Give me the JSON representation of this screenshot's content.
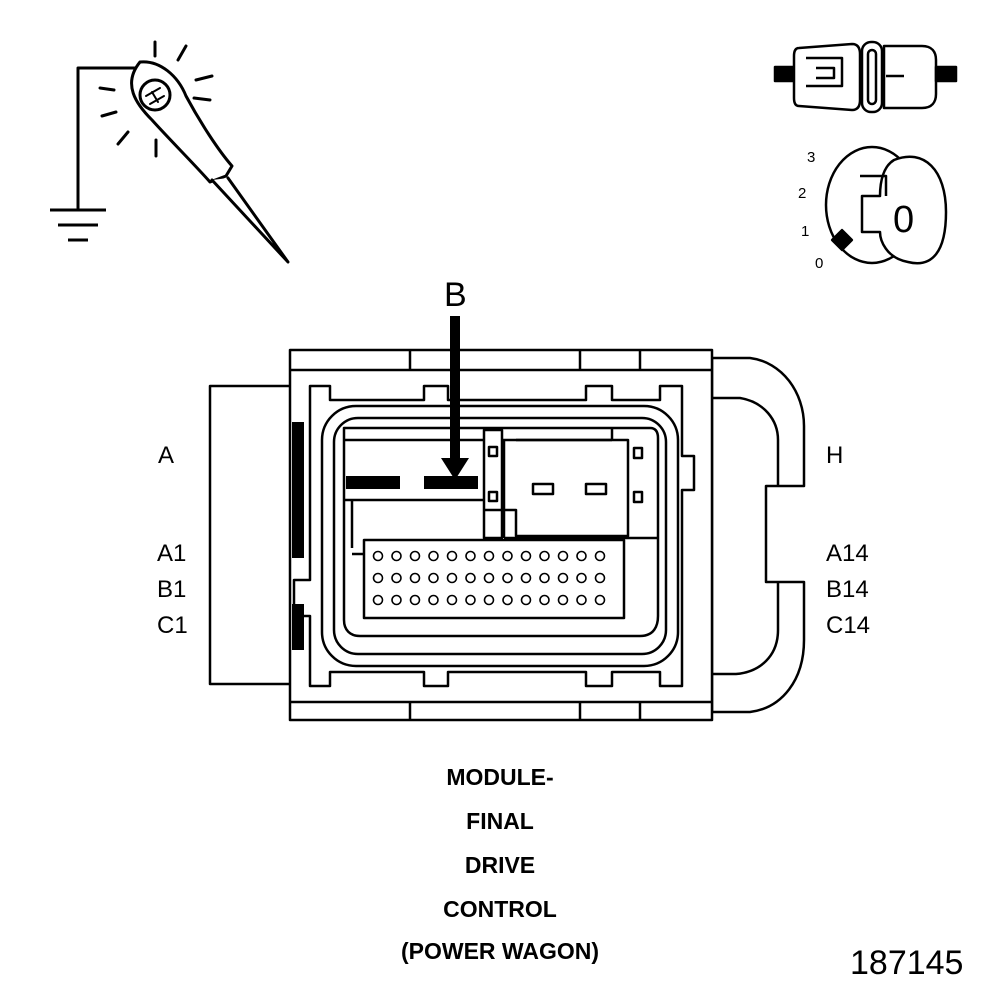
{
  "pointer_label": "B",
  "left_labels": {
    "a": "A",
    "a1": "A1",
    "b1": "B1",
    "c1": "C1"
  },
  "right_labels": {
    "h": "H",
    "a14": "A14",
    "b14": "B14",
    "c14": "C14"
  },
  "title_lines": [
    "MODULE-",
    "FINAL",
    "DRIVE",
    "CONTROL",
    "(POWER WAGON)"
  ],
  "figure_number": "187145",
  "ignition": {
    "positions": [
      "3",
      "2",
      "1",
      "0"
    ],
    "key_symbol": "0"
  },
  "icons": {
    "test_light": "test-light-icon",
    "ground": "ground-icon",
    "connector": "disconnected-connector-icon",
    "ignition": "ignition-key-icon"
  },
  "connector_pins": {
    "rows": 3,
    "per_row": 13
  }
}
